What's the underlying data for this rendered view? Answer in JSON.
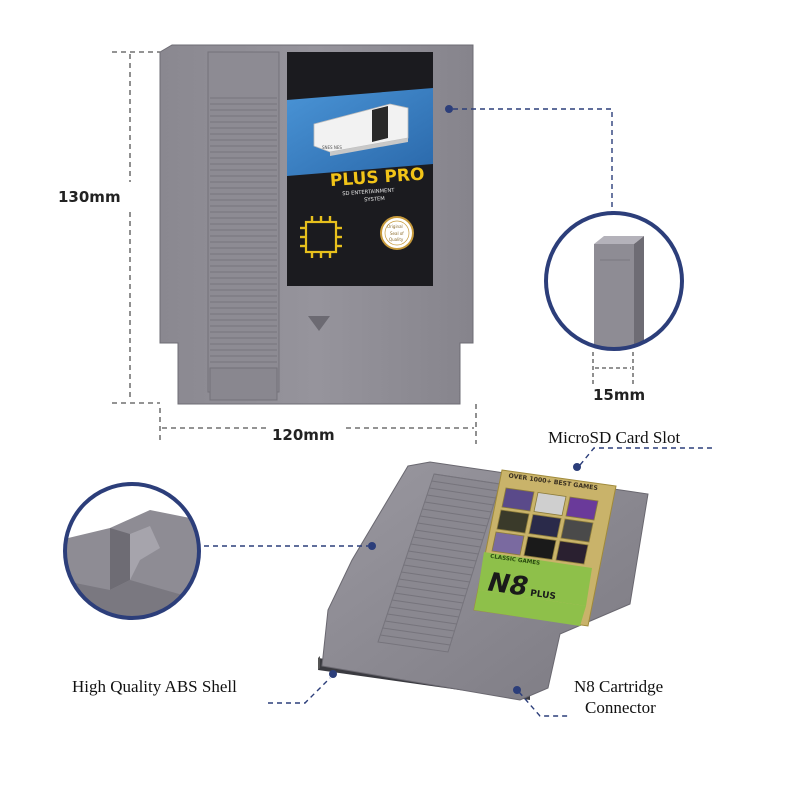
{
  "dimensions": {
    "height": "130mm",
    "width": "120mm",
    "depth": "15mm"
  },
  "front_label": {
    "title": "PLUS PRO",
    "subtitle_line1": "SD ENTERTAINMENT",
    "subtitle_line2": "SYSTEM",
    "console_text": "SNES NES"
  },
  "seal": {
    "line1": "Original",
    "line2": "Seal of",
    "line3": "Quality"
  },
  "back_label": {
    "banner": "OVER 1000+ BEST GAMES",
    "sub_banner": "CLASSIC GAMES",
    "logo": "N8",
    "logo_suffix": "PLUS"
  },
  "features": {
    "microsd": "MicroSD Card Slot",
    "shell": "High Quality ABS Shell",
    "connector_line1": "N8 Cartridge",
    "connector_line2": "Connector"
  },
  "colors": {
    "shell": "#8e8c94",
    "shell_dark": "#6e6c74",
    "callout": "#2c3e7a",
    "label_blue": "#3b7fc4",
    "label_dark": "#1b1b1f",
    "title_yellow": "#f2c418",
    "chip_yellow": "#e7c01d",
    "back_green": "#8ec04a",
    "back_gold": "#c9b36a"
  },
  "icons": {
    "arrow": "triangle-down-icon",
    "chip": "chip-icon",
    "seal": "seal-icon",
    "console": "console-icon"
  }
}
